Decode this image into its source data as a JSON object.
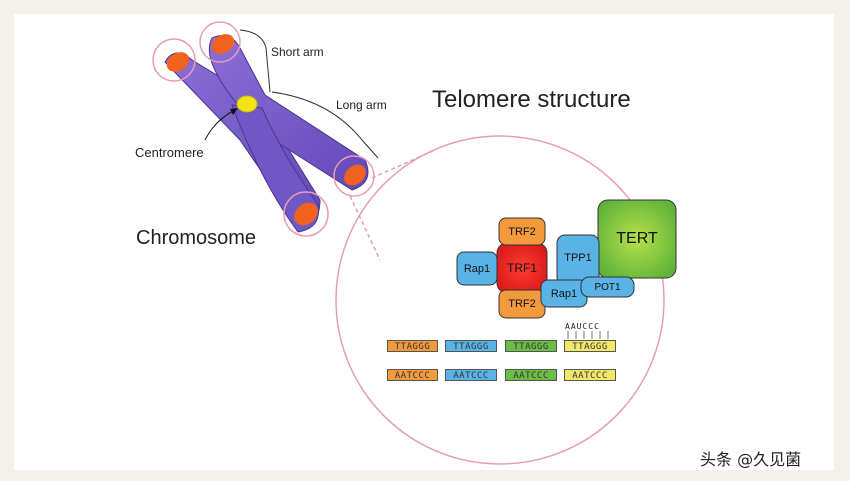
{
  "labels": {
    "short_arm": "Short arm",
    "long_arm": "Long arm",
    "centromere": "Centromere",
    "chromosome": "Chromosome",
    "title": "Telomere structure",
    "watermark": "头条 @久见菌"
  },
  "proteins": {
    "trf2_top": "TRF2",
    "trf1": "TRF1",
    "trf2_bottom": "TRF2",
    "rap1_left": "Rap1",
    "tpp1": "TPP1",
    "tert": "TERT",
    "rap1_right": "Rap1",
    "pot1": "POT1"
  },
  "rna_template": "AAUCCC",
  "top_strand": [
    "TTAGGG",
    "TTAGGG",
    "TTAGGG",
    "TTAGGG"
  ],
  "bottom_strand": [
    "AATCCC",
    "AATCCC",
    "AATCCC",
    "AATCCC"
  ],
  "colors": {
    "chromosome": "#7a5fc4",
    "telomere": "#f0621e",
    "centromere": "#f3e41a",
    "circle": "#e89cb8",
    "orange": "#f29a3c",
    "blue": "#5ab3e6",
    "green": "#6cbd45",
    "yellow": "#f1e86a",
    "red": "#e8262a"
  }
}
